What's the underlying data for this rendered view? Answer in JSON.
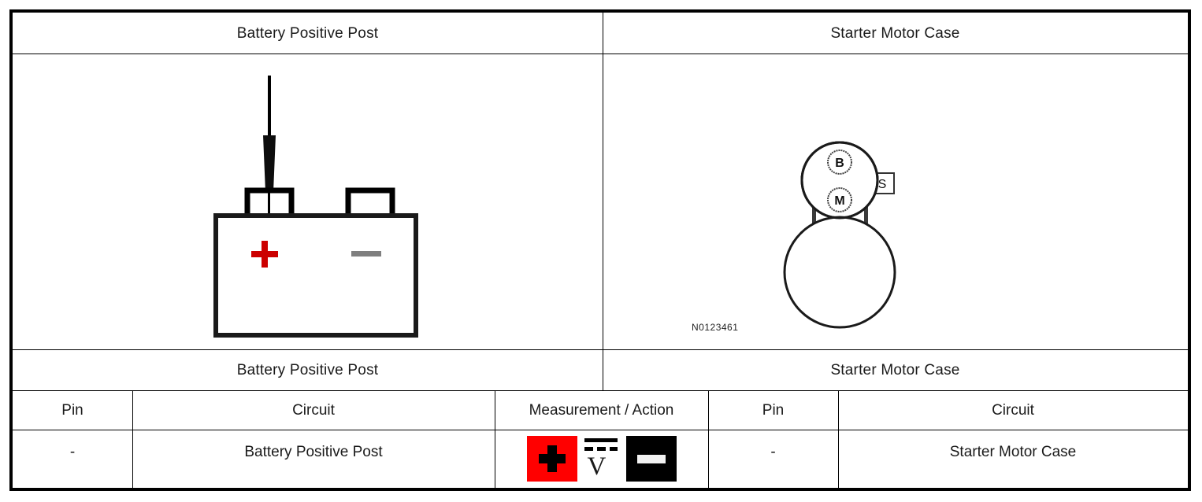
{
  "diagram": {
    "left_panel": {
      "title": "Battery Positive Post",
      "illustration": {
        "name": "battery-with-test-probe",
        "probe_label": "test-probe",
        "positive_marker": "+",
        "negative_marker": "—",
        "positive_color": "#cc0000",
        "negative_color": "#808080"
      }
    },
    "right_panel": {
      "title": "Starter Motor Case",
      "illustration": {
        "name": "starter-motor",
        "terminals": [
          "B",
          "M",
          "S"
        ],
        "reference_id": "N0123461"
      }
    }
  },
  "section_labels": {
    "left": "Battery Positive Post",
    "right": "Starter Motor Case"
  },
  "table": {
    "headers": {
      "pin_left": "Pin",
      "circuit_left": "Circuit",
      "measurement": "Measurement / Action",
      "pin_right": "Pin",
      "circuit_right": "Circuit"
    },
    "rows": [
      {
        "pin_left": "-",
        "circuit_left": "Battery Positive Post",
        "measurement": {
          "positive_icon": "plus-icon",
          "positive_bg": "#ff0000",
          "mode_icon": "dc-voltage-icon",
          "mode_symbol": "V",
          "negative_icon": "minus-icon",
          "negative_bg": "#000000"
        },
        "pin_right": "-",
        "circuit_right": "Starter Motor Case"
      }
    ]
  }
}
